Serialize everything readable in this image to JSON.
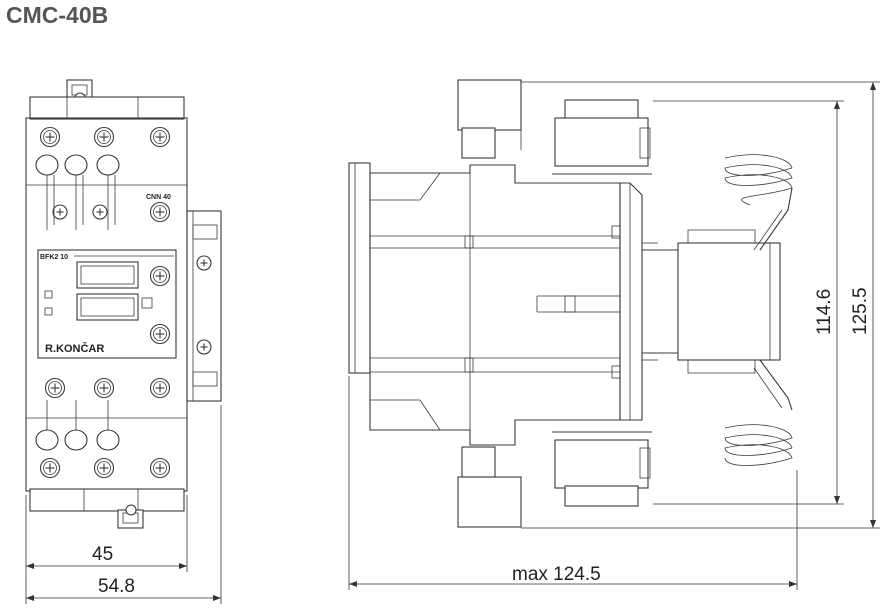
{
  "title": "CMC-40B",
  "front_view": {
    "module_label": "CNN 40",
    "aux_label": "BFK2 10",
    "brand": "R.KONČAR"
  },
  "dimensions": {
    "inner_width": "45",
    "outer_width": "54.8",
    "max_depth": "max 124.5",
    "inner_height": "114.6",
    "outer_height": "125.5"
  }
}
